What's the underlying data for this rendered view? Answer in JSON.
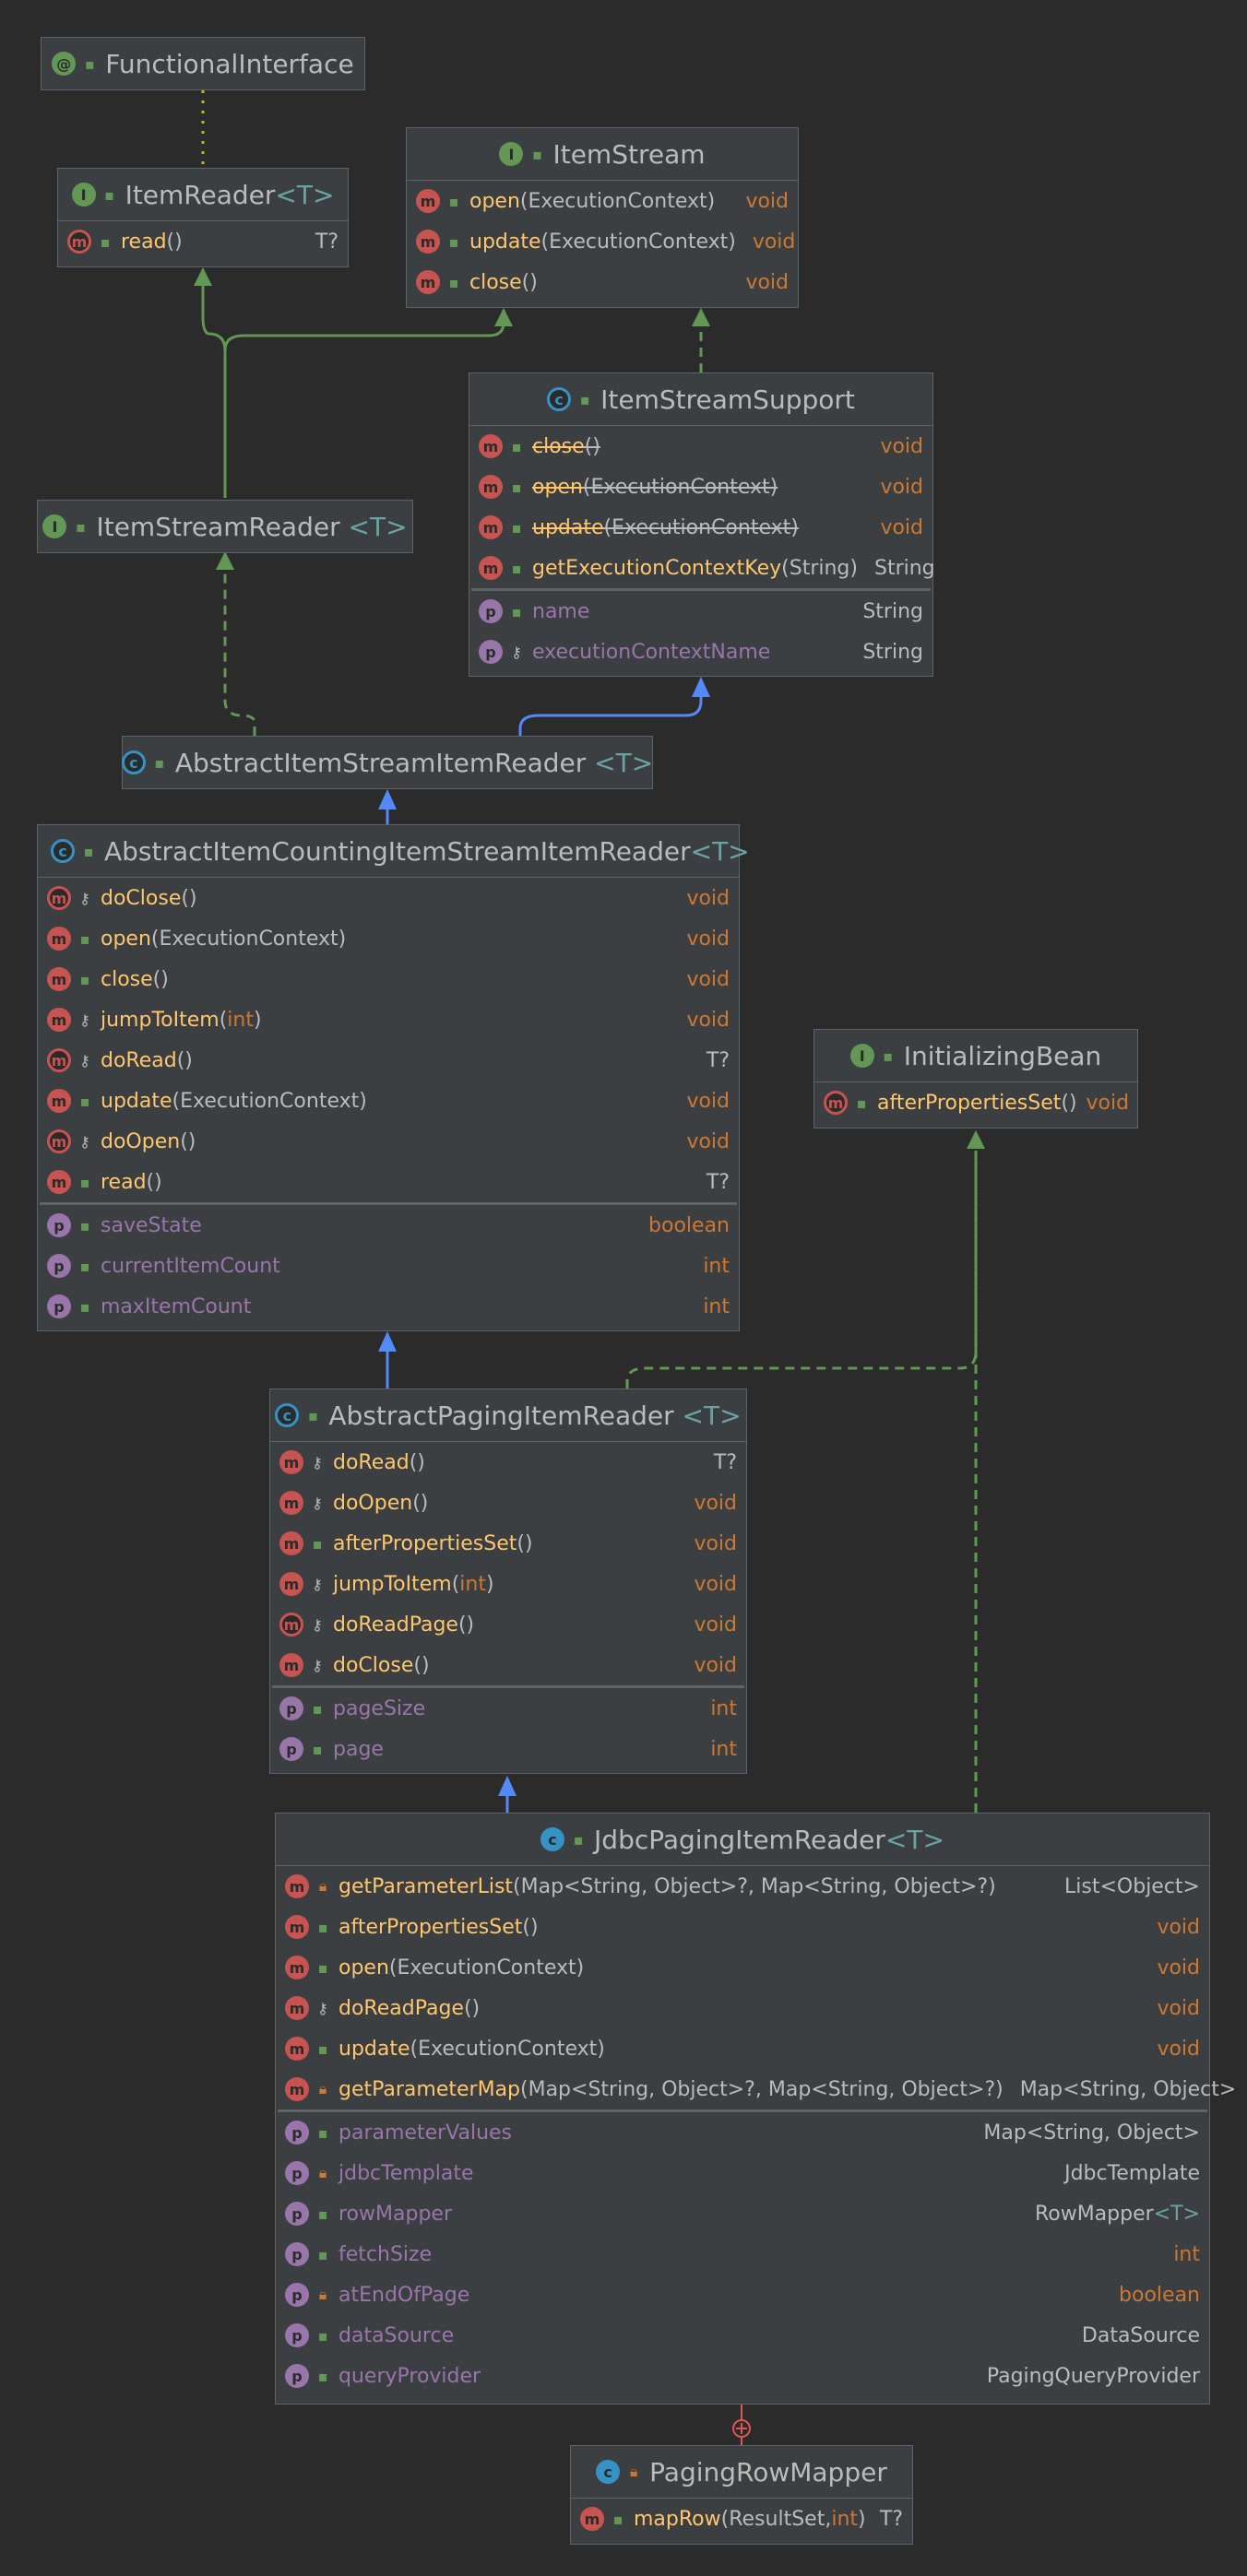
{
  "nodes": {
    "functional_interface": {
      "name": "FunctionalInterface"
    },
    "item_reader": {
      "name": "ItemReader",
      "type_param": "<T>",
      "methods": [
        {
          "name": "read",
          "params": "()",
          "returns": "T?"
        }
      ]
    },
    "item_stream": {
      "name": "ItemStream",
      "methods": [
        {
          "name": "open",
          "params": "(ExecutionContext)",
          "returns": "void"
        },
        {
          "name": "update",
          "params": "(ExecutionContext)",
          "returns": "void"
        },
        {
          "name": "close",
          "params": "()",
          "returns": "void"
        }
      ]
    },
    "item_stream_support": {
      "name": "ItemStreamSupport",
      "methods": [
        {
          "name": "close",
          "params": "()",
          "returns": "void",
          "deprecated": true
        },
        {
          "name": "open",
          "params": "(ExecutionContext)",
          "returns": "void",
          "deprecated": true
        },
        {
          "name": "update",
          "params": "(ExecutionContext)",
          "returns": "void",
          "deprecated": true
        },
        {
          "name": "getExecutionContextKey",
          "params": "(String)",
          "returns": "String"
        }
      ],
      "fields": [
        {
          "name": "name",
          "type": "String"
        },
        {
          "name": "executionContextName",
          "type": "String"
        }
      ]
    },
    "item_stream_reader": {
      "name": "ItemStreamReader",
      "type_param": "<T>"
    },
    "abstract_item_stream_item_reader": {
      "name": "AbstractItemStreamItemReader",
      "type_param": "<T>"
    },
    "abstract_item_counting": {
      "name": "AbstractItemCountingItemStreamItemReader",
      "type_param": "<T>",
      "methods": [
        {
          "name": "doClose",
          "params": "()",
          "returns": "void"
        },
        {
          "name": "open",
          "params": "(ExecutionContext)",
          "returns": "void"
        },
        {
          "name": "close",
          "params": "()",
          "returns": "void"
        },
        {
          "name": "jumpToItem",
          "params_open": "(",
          "params_kw": "int",
          "params_close": ")",
          "returns": "void"
        },
        {
          "name": "doRead",
          "params": "()",
          "returns": "T?"
        },
        {
          "name": "update",
          "params": "(ExecutionContext)",
          "returns": "void"
        },
        {
          "name": "doOpen",
          "params": "()",
          "returns": "void"
        },
        {
          "name": "read",
          "params": "()",
          "returns": "T?"
        }
      ],
      "fields": [
        {
          "name": "saveState",
          "type": "boolean"
        },
        {
          "name": "currentItemCount",
          "type": "int"
        },
        {
          "name": "maxItemCount",
          "type": "int"
        }
      ]
    },
    "initializing_bean": {
      "name": "InitializingBean",
      "methods": [
        {
          "name": "afterPropertiesSet",
          "params": "()",
          "returns": "void"
        }
      ]
    },
    "abstract_paging": {
      "name": "AbstractPagingItemReader",
      "type_param": "<T>",
      "methods": [
        {
          "name": "doRead",
          "params": "()",
          "returns": "T?"
        },
        {
          "name": "doOpen",
          "params": "()",
          "returns": "void"
        },
        {
          "name": "afterPropertiesSet",
          "params": "()",
          "returns": "void"
        },
        {
          "name": "jumpToItem",
          "params_open": "(",
          "params_kw": "int",
          "params_close": ")",
          "returns": "void"
        },
        {
          "name": "doReadPage",
          "params": "()",
          "returns": "void"
        },
        {
          "name": "doClose",
          "params": "()",
          "returns": "void"
        }
      ],
      "fields": [
        {
          "name": "pageSize",
          "type": "int"
        },
        {
          "name": "page",
          "type": "int"
        }
      ]
    },
    "jdbc_paging": {
      "name": "JdbcPagingItemReader",
      "type_param": "<T>",
      "methods": [
        {
          "name": "getParameterList",
          "params": "(Map<String, Object>?, Map<String, Object>?)",
          "returns": "List<Object>"
        },
        {
          "name": "afterPropertiesSet",
          "params": "()",
          "returns": "void"
        },
        {
          "name": "open",
          "params": "(ExecutionContext)",
          "returns": "void"
        },
        {
          "name": "doReadPage",
          "params": "()",
          "returns": "void"
        },
        {
          "name": "update",
          "params": "(ExecutionContext)",
          "returns": "void"
        },
        {
          "name": "getParameterMap",
          "params": "(Map<String, Object>?, Map<String, Object>?)",
          "returns": "Map<String, Object>"
        }
      ],
      "fields": [
        {
          "name": "parameterValues",
          "type": "Map<String, Object>"
        },
        {
          "name": "jdbcTemplate",
          "type": "JdbcTemplate"
        },
        {
          "name": "rowMapper",
          "type_base": "RowMapper",
          "type_param": "<T>"
        },
        {
          "name": "fetchSize",
          "type": "int"
        },
        {
          "name": "atEndOfPage",
          "type": "boolean"
        },
        {
          "name": "dataSource",
          "type": "DataSource"
        },
        {
          "name": "queryProvider",
          "type": "PagingQueryProvider"
        }
      ]
    },
    "paging_row_mapper": {
      "name": "PagingRowMapper",
      "methods": [
        {
          "name": "mapRow",
          "params_open": "(ResultSet, ",
          "params_kw": "int",
          "params_close": ")",
          "returns": "T?"
        }
      ]
    }
  },
  "badges": {
    "method": "m",
    "field": "p",
    "interface": "I",
    "class": "c",
    "annotation": "@"
  },
  "colors": {
    "background": "#2b2b2b",
    "box": "#3c3f41",
    "border": "#5e6366",
    "method_name": "#ffc66d",
    "field_name": "#9876aa",
    "keyword": "#cc7832",
    "implements_edge": "#629755",
    "extends_edge": "#548af7",
    "inner_edge": "#e05555"
  }
}
